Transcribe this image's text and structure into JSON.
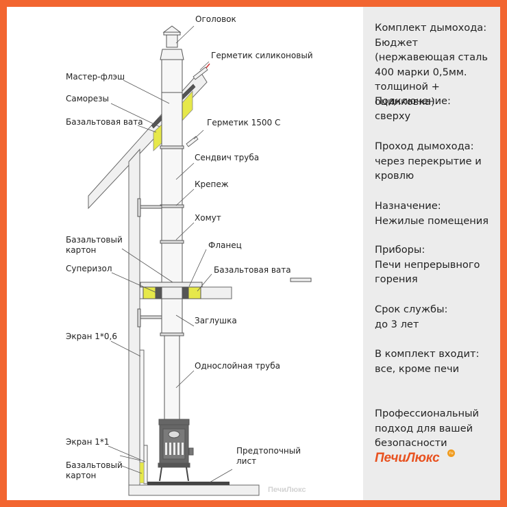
{
  "labels": {
    "cap": "Оголовок",
    "silicone_sealant": "Герметик силиконовый",
    "master_flash": "Мастер-флэш",
    "screws": "Саморезы",
    "basalt_wool_top": "Базальтовая вата",
    "sealant_1500": "Герметик 1500 С",
    "sandwich_pipe": "Сендвич труба",
    "fastening": "Крепеж",
    "clamp": "Хомут",
    "basalt_cardboard_top": "Базальтовый\nкартон",
    "flange": "Фланец",
    "superizol": "Суперизол",
    "basalt_wool_mid": "Базальтовая вата",
    "plug": "Заглушка",
    "screen_06": "Экран 1*0,6",
    "single_wall_pipe": "Однослойная труба",
    "screen_1": "Экран 1*1",
    "prefire_sheet": "Предтопочный\nлист",
    "basalt_cardboard_bottom": "Базальтовый\nкартон"
  },
  "info": {
    "kit": "Комплект дымохода:\nБюджет (нержавеющая сталь 400 марки 0,5мм. толщиной + оцинковка)",
    "connection": "Подключение:\nсверху",
    "passage": "Проход дымохода:\nчерез перекрытие и кровлю",
    "purpose": "Назначение:\nНежилые помещения",
    "devices": "Приборы:\nПечи непрерывного горения",
    "service_life": "Срок службы:\nдо 3 лет",
    "included": "В комплект входит:\nвсе, кроме печи",
    "professional": "Профессиональный подход для вашей безопасности"
  },
  "brand": {
    "name": "ПечиЛюкс",
    "badge": "ru",
    "watermark": "ПечиЛюкс"
  },
  "colors": {
    "frame": "#f26530",
    "panel": "#ececec",
    "insulation": "#e6e84a",
    "line": "#555555",
    "wall_fill": "#f0f0f0",
    "brand": "#e8511f"
  }
}
